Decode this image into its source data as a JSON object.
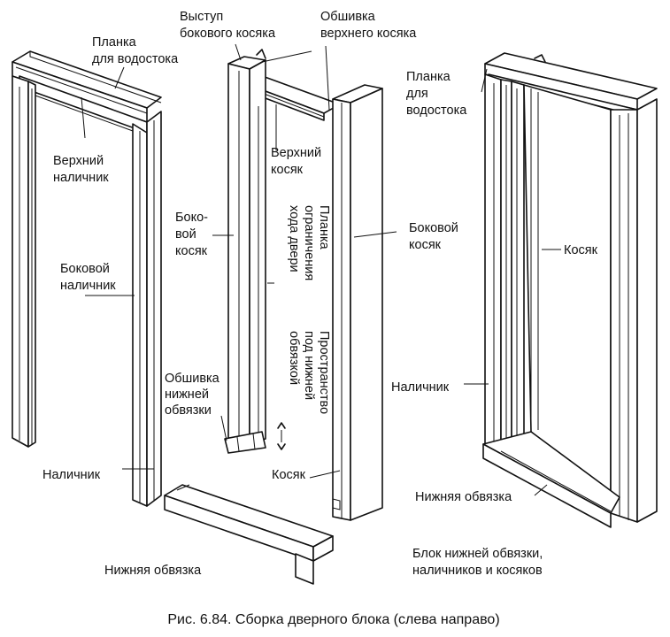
{
  "labels": {
    "drip_cap_left": [
      "Планка",
      "для водостока"
    ],
    "side_jamb_protrusion": [
      "Выступ",
      "бокового косяка"
    ],
    "top_jamb_sheathing": [
      "Обшивка",
      "верхнего косяка"
    ],
    "drip_cap_right": [
      "Планка",
      "для",
      "водостока"
    ],
    "top_casing": [
      "Верхний",
      "наличник"
    ],
    "top_jamb": [
      "Верхний",
      "косяк"
    ],
    "side_jamb_middle": [
      "Боко-",
      "вой",
      "косяк"
    ],
    "door_stop": [
      "Планка",
      "ограничения",
      "хода двери"
    ],
    "side_jamb_right": [
      "Боковой",
      "косяк"
    ],
    "side_casing": [
      "Боковой",
      "наличник"
    ],
    "jamb_right_unit": "Косяк",
    "sill_space": [
      "Пространство",
      "под нижней",
      "обвязкой"
    ],
    "bottom_sill_sheathing": [
      "Обшивка",
      "нижней",
      "обвязки"
    ],
    "casing_right": "Наличник",
    "casing_left": "Наличник",
    "jamb_bottom": "Косяк",
    "bottom_sill_right": "Нижняя обвязка",
    "bottom_sill_left": "Нижняя обвязка",
    "assembly_block": [
      "Блок нижней обвязки,",
      "наличников и косяков"
    ]
  },
  "caption": "Рис. 6.84. Сборка дверного блока (слева направо)"
}
